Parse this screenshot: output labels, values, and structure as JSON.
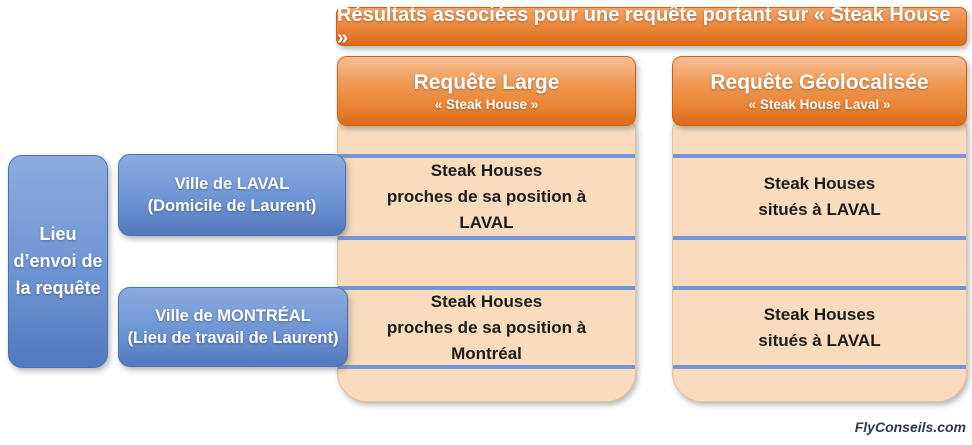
{
  "banner": {
    "text": "Résultats associées pour une requête portant sur «  Steak House »"
  },
  "columns": [
    {
      "title": "Requête Large",
      "subtitle": "« Steak House »",
      "cells": [
        "Steak Houses\nproches de sa position à\nLAVAL",
        "Steak Houses\nproches de sa position à\nMontréal"
      ]
    },
    {
      "title": "Requête Géolocalisée",
      "subtitle": "« Steak House  Laval »",
      "cells": [
        "Steak Houses\nsitués à LAVAL",
        "Steak Houses\nsitués à LAVAL"
      ]
    }
  ],
  "left_panel": {
    "label": "Lieu\nd’envoi de\nla requête"
  },
  "rows": [
    {
      "label": "Ville de LAVAL\n(Domicile de Laurent)"
    },
    {
      "label": "Ville de MONTRÉAL\n(Lieu de travail de Laurent)"
    }
  ],
  "watermark": "FlyConseils.com",
  "colors": {
    "orange_light": "#F2A369",
    "orange_mid": "#EA8434",
    "orange_dark": "#DD6B1A",
    "orange_border": "#D2600F",
    "header_light": "#F7BE94",
    "peach": "#F8DCBD",
    "line_blue": "#7396D8",
    "blue_light": "#8CACDF",
    "blue_dark": "#5379BE",
    "blue_border": "#4A72B8",
    "text_dark": "#1C1C1C",
    "watermark": "#2F3A4A"
  }
}
